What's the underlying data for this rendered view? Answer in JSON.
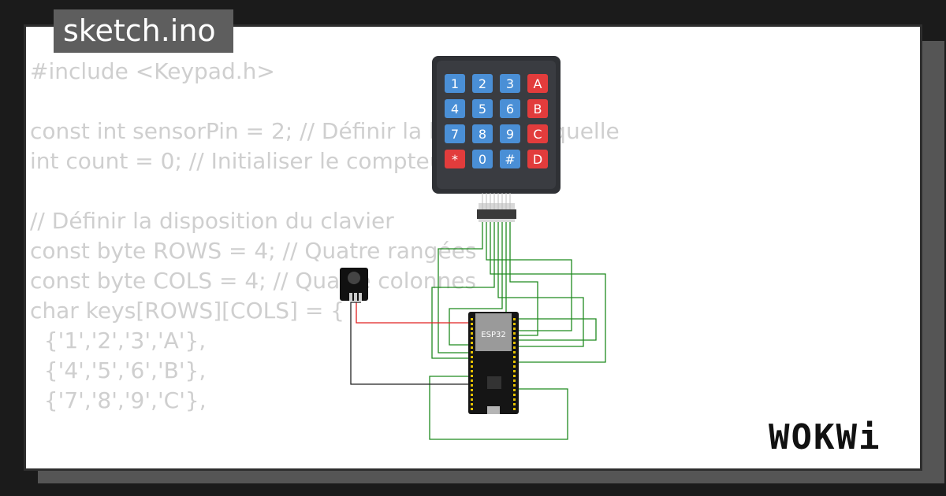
{
  "title": "sketch.ino",
  "logo": "WOKWi",
  "code_lines": [
    "#include <Keypad.h>",
    "",
    "const int sensorPin = 2; // Définir la broche à laquelle",
    "int count = 0; // Initialiser le compteur à 0",
    "",
    "// Définir la disposition du clavier",
    "const byte ROWS = 4; // Quatre rangées",
    "const byte COLS = 4; // Quatre colonnes",
    "char keys[ROWS][COLS] = {",
    "  {'1','2','3','A'},",
    "  {'4','5','6','B'},",
    "  {'7','8','9','C'},"
  ],
  "keypad": {
    "keys": [
      [
        "1",
        "2",
        "3",
        "A"
      ],
      [
        "4",
        "5",
        "6",
        "B"
      ],
      [
        "7",
        "8",
        "9",
        "C"
      ],
      [
        "*",
        "0",
        "#",
        "D"
      ]
    ],
    "colors": {
      "number": "#4a8fd6",
      "letter": "#e23c3c",
      "body": "#2f3135"
    }
  },
  "board": {
    "label": "ESP32",
    "colors": {
      "pcb": "#151515",
      "pin": "#e6c200"
    }
  },
  "wire_colors": {
    "signal": "#1f8a1f",
    "power": "#e02020",
    "ground": "#222222"
  }
}
